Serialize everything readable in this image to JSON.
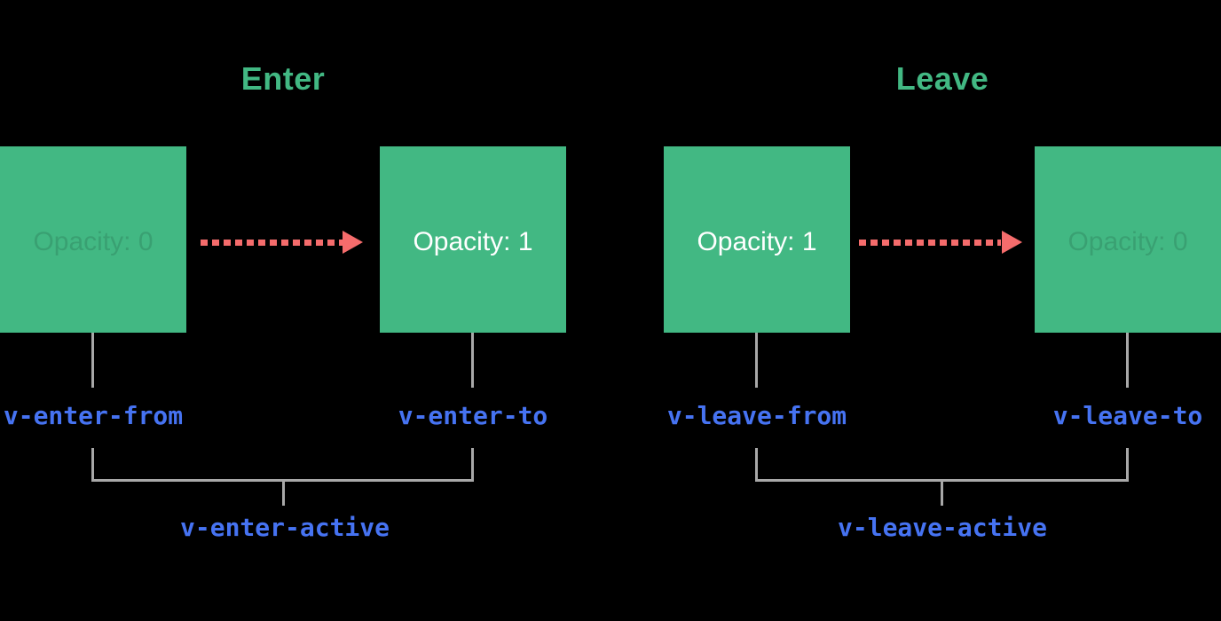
{
  "colors": {
    "background": "#000000",
    "box_green": "#42b883",
    "title_green": "#42b883",
    "arrow_red": "#f56c6c",
    "label_blue": "#4673f2",
    "line_gray": "#a8a8a8",
    "box_text": "#ffffff",
    "box_text_faint": "rgba(0,0,0,0.13)"
  },
  "sections": [
    {
      "id": "enter",
      "title": "Enter",
      "from_box": {
        "text": "Opacity: 0",
        "faded": true
      },
      "to_box": {
        "text": "Opacity: 1",
        "faded": false
      },
      "from_label": "v-enter-from",
      "to_label": "v-enter-to",
      "active_label": "v-enter-active"
    },
    {
      "id": "leave",
      "title": "Leave",
      "from_box": {
        "text": "Opacity: 1",
        "faded": false
      },
      "to_box": {
        "text": "Opacity: 0",
        "faded": true
      },
      "from_label": "v-leave-from",
      "to_label": "v-leave-to",
      "active_label": "v-leave-active"
    }
  ]
}
